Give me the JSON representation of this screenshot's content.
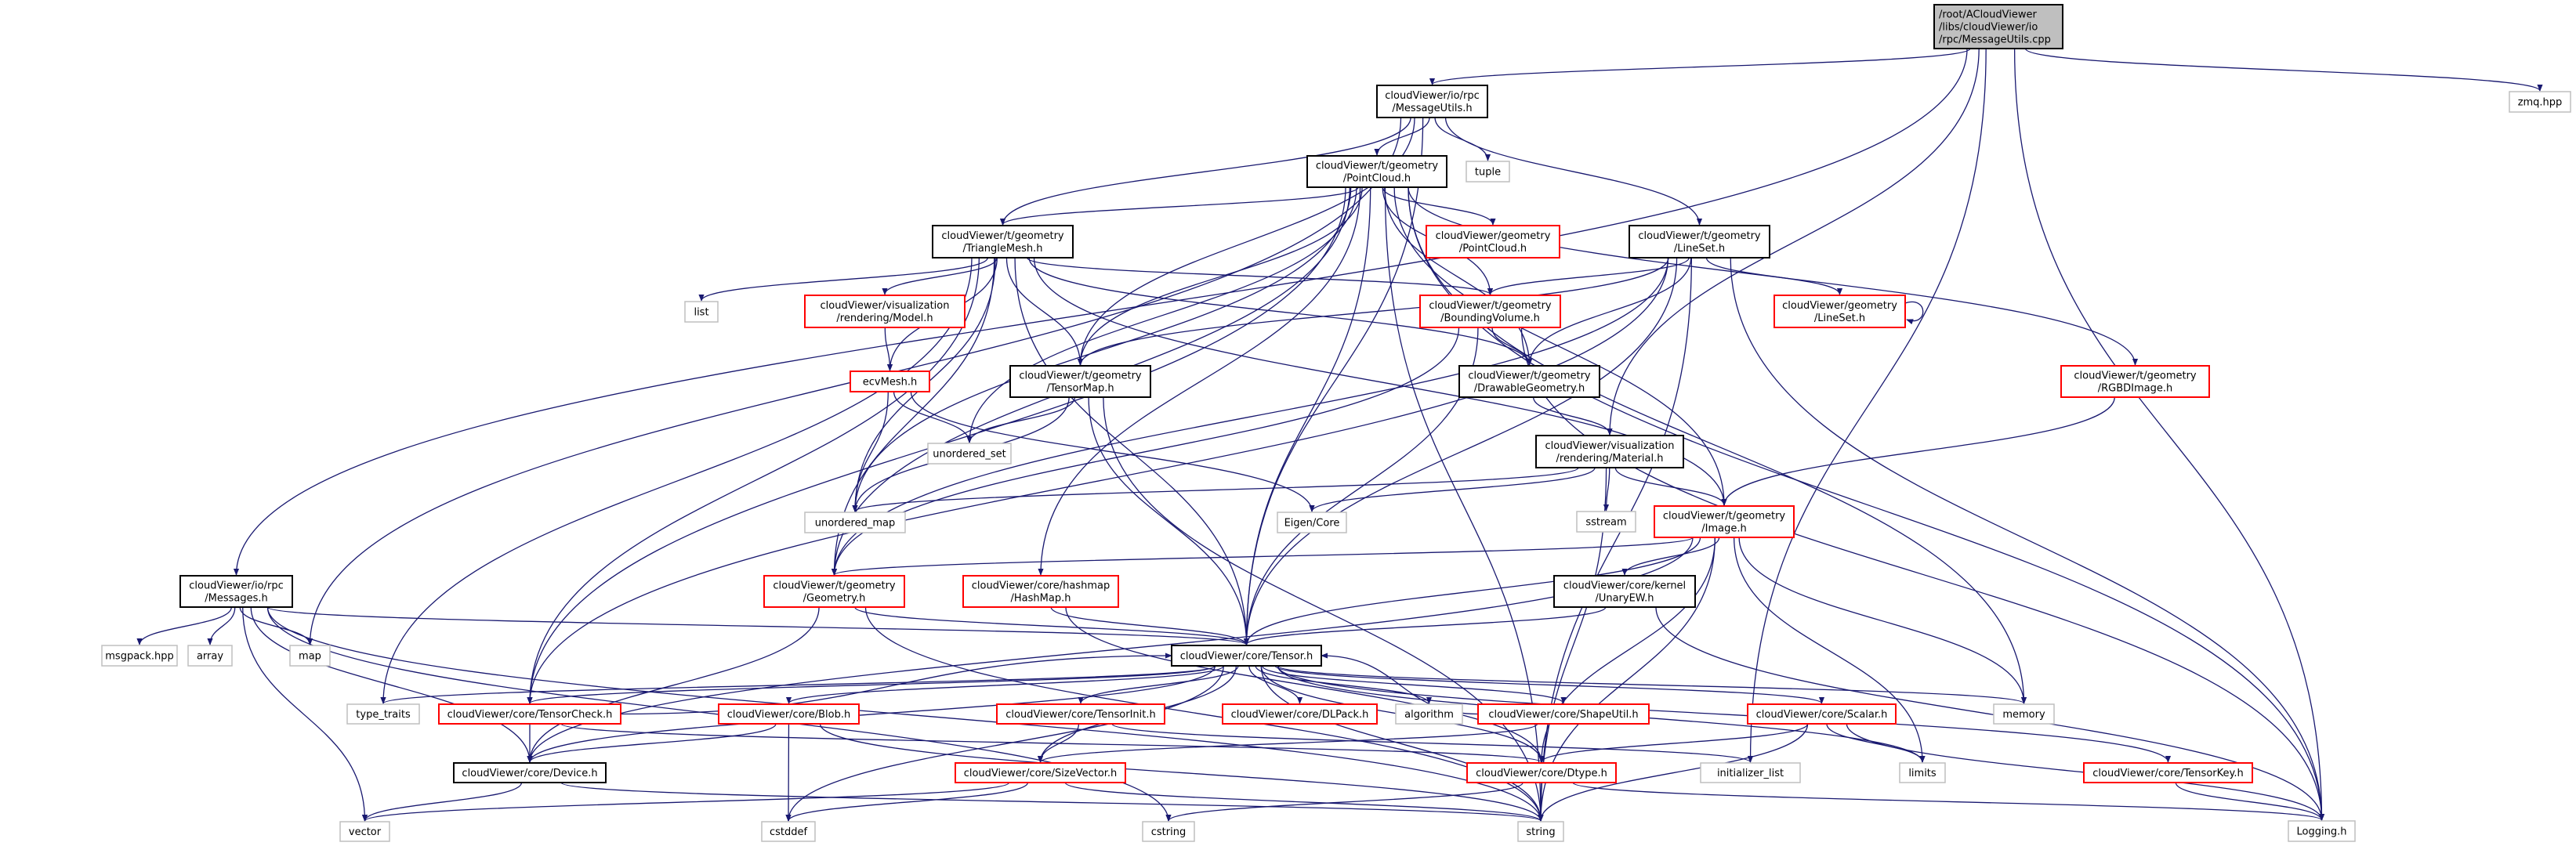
{
  "colors": {
    "edge": "#191970",
    "root_fill": "#bfbfbf",
    "node_border": "#000000",
    "missing_border": "#ff0000",
    "system_border": "#bfbfbf"
  },
  "nodes": [
    {
      "id": "root",
      "kind": "root",
      "lines": [
        "/root/ACloudViewer",
        "/libs/cloudViewer/io",
        "/rpc/MessageUtils.cpp"
      ]
    },
    {
      "id": "msgutils",
      "kind": "normal",
      "lines": [
        "cloudViewer/io/rpc",
        "/MessageUtils.h"
      ]
    },
    {
      "id": "zmq",
      "kind": "system",
      "lines": [
        "zmq.hpp"
      ]
    },
    {
      "id": "tpcd",
      "kind": "normal",
      "lines": [
        "cloudViewer/t/geometry",
        "/PointCloud.h"
      ]
    },
    {
      "id": "tuple",
      "kind": "system",
      "lines": [
        "tuple"
      ]
    },
    {
      "id": "tmesh",
      "kind": "normal",
      "lines": [
        "cloudViewer/t/geometry",
        "/TriangleMesh.h"
      ]
    },
    {
      "id": "gpcd",
      "kind": "missing",
      "lines": [
        "cloudViewer/geometry",
        "/PointCloud.h"
      ]
    },
    {
      "id": "tlineset",
      "kind": "normal",
      "lines": [
        "cloudViewer/t/geometry",
        "/LineSet.h"
      ]
    },
    {
      "id": "list",
      "kind": "system",
      "lines": [
        "list"
      ]
    },
    {
      "id": "model",
      "kind": "missing",
      "lines": [
        "cloudViewer/visualization",
        "/rendering/Model.h"
      ]
    },
    {
      "id": "bvol",
      "kind": "missing",
      "lines": [
        "cloudViewer/t/geometry",
        "/BoundingVolume.h"
      ]
    },
    {
      "id": "glineset",
      "kind": "missing",
      "lines": [
        "cloudViewer/geometry",
        "/LineSet.h"
      ]
    },
    {
      "id": "ecvmesh",
      "kind": "missing",
      "lines": [
        "ecvMesh.h"
      ]
    },
    {
      "id": "tmap",
      "kind": "normal",
      "lines": [
        "cloudViewer/t/geometry",
        "/TensorMap.h"
      ]
    },
    {
      "id": "drawable",
      "kind": "normal",
      "lines": [
        "cloudViewer/t/geometry",
        "/DrawableGeometry.h"
      ]
    },
    {
      "id": "rgbd",
      "kind": "missing",
      "lines": [
        "cloudViewer/t/geometry",
        "/RGBDImage.h"
      ]
    },
    {
      "id": "uset",
      "kind": "system",
      "lines": [
        "unordered_set"
      ]
    },
    {
      "id": "material",
      "kind": "normal",
      "lines": [
        "cloudViewer/visualization",
        "/rendering/Material.h"
      ]
    },
    {
      "id": "umap",
      "kind": "system",
      "lines": [
        "unordered_map"
      ]
    },
    {
      "id": "eigen",
      "kind": "system",
      "lines": [
        "Eigen/Core"
      ]
    },
    {
      "id": "sstream",
      "kind": "system",
      "lines": [
        "sstream"
      ]
    },
    {
      "id": "image",
      "kind": "missing",
      "lines": [
        "cloudViewer/t/geometry",
        "/Image.h"
      ]
    },
    {
      "id": "messages",
      "kind": "normal",
      "lines": [
        "cloudViewer/io/rpc",
        "/Messages.h"
      ]
    },
    {
      "id": "msgpack",
      "kind": "system",
      "lines": [
        "msgpack.hpp"
      ]
    },
    {
      "id": "array",
      "kind": "system",
      "lines": [
        "array"
      ]
    },
    {
      "id": "map",
      "kind": "system",
      "lines": [
        "map"
      ]
    },
    {
      "id": "geometry",
      "kind": "missing",
      "lines": [
        "cloudViewer/t/geometry",
        "/Geometry.h"
      ]
    },
    {
      "id": "hashmap",
      "kind": "missing",
      "lines": [
        "cloudViewer/core/hashmap",
        "/HashMap.h"
      ]
    },
    {
      "id": "unaryew",
      "kind": "normal",
      "lines": [
        "cloudViewer/core/kernel",
        "/UnaryEW.h"
      ]
    },
    {
      "id": "tensor",
      "kind": "normal",
      "lines": [
        "cloudViewer/core/Tensor.h"
      ]
    },
    {
      "id": "typetraits",
      "kind": "system",
      "lines": [
        "type_traits"
      ]
    },
    {
      "id": "tensorcheck",
      "kind": "missing",
      "lines": [
        "cloudViewer/core/TensorCheck.h"
      ]
    },
    {
      "id": "blob",
      "kind": "missing",
      "lines": [
        "cloudViewer/core/Blob.h"
      ]
    },
    {
      "id": "tensorinit",
      "kind": "missing",
      "lines": [
        "cloudViewer/core/TensorInit.h"
      ]
    },
    {
      "id": "dlpack",
      "kind": "missing",
      "lines": [
        "cloudViewer/core/DLPack.h"
      ]
    },
    {
      "id": "algorithm",
      "kind": "system",
      "lines": [
        "algorithm"
      ]
    },
    {
      "id": "shapeutil",
      "kind": "missing",
      "lines": [
        "cloudViewer/core/ShapeUtil.h"
      ]
    },
    {
      "id": "scalar",
      "kind": "missing",
      "lines": [
        "cloudViewer/core/Scalar.h"
      ]
    },
    {
      "id": "memory",
      "kind": "system",
      "lines": [
        "memory"
      ]
    },
    {
      "id": "device",
      "kind": "normal",
      "lines": [
        "cloudViewer/core/Device.h"
      ]
    },
    {
      "id": "sizevector",
      "kind": "missing",
      "lines": [
        "cloudViewer/core/SizeVector.h"
      ]
    },
    {
      "id": "dtype",
      "kind": "missing",
      "lines": [
        "cloudViewer/core/Dtype.h"
      ]
    },
    {
      "id": "initlist",
      "kind": "system",
      "lines": [
        "initializer_list"
      ]
    },
    {
      "id": "limits",
      "kind": "system",
      "lines": [
        "limits"
      ]
    },
    {
      "id": "tensorkey",
      "kind": "missing",
      "lines": [
        "cloudViewer/core/TensorKey.h"
      ]
    },
    {
      "id": "vector",
      "kind": "system",
      "lines": [
        "vector"
      ]
    },
    {
      "id": "cstddef",
      "kind": "system",
      "lines": [
        "cstddef"
      ]
    },
    {
      "id": "cstring",
      "kind": "system",
      "lines": [
        "cstring"
      ]
    },
    {
      "id": "string",
      "kind": "system",
      "lines": [
        "string"
      ]
    },
    {
      "id": "logging",
      "kind": "system",
      "lines": [
        "Logging.h"
      ]
    }
  ],
  "edges": [
    [
      "root",
      "msgutils"
    ],
    [
      "root",
      "messages"
    ],
    [
      "root",
      "zmq"
    ],
    [
      "root",
      "logging"
    ],
    [
      "root",
      "material"
    ],
    [
      "root",
      "initlist"
    ],
    [
      "msgutils",
      "tpcd"
    ],
    [
      "msgutils",
      "tmesh"
    ],
    [
      "msgutils",
      "tlineset"
    ],
    [
      "msgutils",
      "tuple"
    ],
    [
      "msgutils",
      "map"
    ],
    [
      "msgutils",
      "tmap"
    ],
    [
      "msgutils",
      "tensor"
    ],
    [
      "tpcd",
      "tmesh"
    ],
    [
      "tpcd",
      "gpcd"
    ],
    [
      "tpcd",
      "bvol"
    ],
    [
      "tpcd",
      "drawable"
    ],
    [
      "tpcd",
      "tmap"
    ],
    [
      "tpcd",
      "geometry"
    ],
    [
      "tpcd",
      "hashmap"
    ],
    [
      "tpcd",
      "tensor"
    ],
    [
      "tpcd",
      "tensorcheck"
    ],
    [
      "tpcd",
      "umap"
    ],
    [
      "tpcd",
      "uset"
    ],
    [
      "tpcd",
      "image"
    ],
    [
      "tpcd",
      "rgbd"
    ],
    [
      "tpcd",
      "logging"
    ],
    [
      "tpcd",
      "string"
    ],
    [
      "tpcd",
      "memory"
    ],
    [
      "tmesh",
      "list"
    ],
    [
      "tmesh",
      "model"
    ],
    [
      "tmesh",
      "ecvmesh"
    ],
    [
      "tmesh",
      "bvol"
    ],
    [
      "tmesh",
      "drawable"
    ],
    [
      "tmesh",
      "tmap"
    ],
    [
      "tmesh",
      "geometry"
    ],
    [
      "tmesh",
      "tensor"
    ],
    [
      "tmesh",
      "tensorcheck"
    ],
    [
      "tmesh",
      "umap"
    ],
    [
      "tmesh",
      "typetraits"
    ],
    [
      "tmesh",
      "image"
    ],
    [
      "tlineset",
      "glineset"
    ],
    [
      "tlineset",
      "bvol"
    ],
    [
      "tlineset",
      "drawable"
    ],
    [
      "tlineset",
      "tmap"
    ],
    [
      "tlineset",
      "geometry"
    ],
    [
      "tlineset",
      "tensor"
    ],
    [
      "tlineset",
      "tensorcheck"
    ],
    [
      "tlineset",
      "logging"
    ],
    [
      "tlineset",
      "string"
    ],
    [
      "glineset",
      "glineset"
    ],
    [
      "model",
      "ecvmesh"
    ],
    [
      "ecvmesh",
      "umap"
    ],
    [
      "ecvmesh",
      "uset"
    ],
    [
      "ecvmesh",
      "eigen"
    ],
    [
      "bvol",
      "drawable"
    ],
    [
      "bvol",
      "geometry"
    ],
    [
      "bvol",
      "tensor"
    ],
    [
      "bvol",
      "logging"
    ],
    [
      "tmap",
      "umap"
    ],
    [
      "tmap",
      "uset"
    ],
    [
      "tmap",
      "tensor"
    ],
    [
      "tmap",
      "string"
    ],
    [
      "drawable",
      "material"
    ],
    [
      "rgbd",
      "image"
    ],
    [
      "material",
      "umap"
    ],
    [
      "material",
      "eigen"
    ],
    [
      "material",
      "sstream"
    ],
    [
      "material",
      "image"
    ],
    [
      "material",
      "string"
    ],
    [
      "image",
      "geometry"
    ],
    [
      "image",
      "unaryew"
    ],
    [
      "image",
      "tensor"
    ],
    [
      "image",
      "dtype"
    ],
    [
      "image",
      "memory"
    ],
    [
      "image",
      "limits"
    ],
    [
      "image",
      "string"
    ],
    [
      "image",
      "device"
    ],
    [
      "messages",
      "msgpack"
    ],
    [
      "messages",
      "array"
    ],
    [
      "messages",
      "map"
    ],
    [
      "messages",
      "vector"
    ],
    [
      "messages",
      "tensor"
    ],
    [
      "messages",
      "device"
    ],
    [
      "messages",
      "string"
    ],
    [
      "messages",
      "cstring"
    ],
    [
      "geometry",
      "tensor"
    ],
    [
      "geometry",
      "device"
    ],
    [
      "geometry",
      "string"
    ],
    [
      "hashmap",
      "tensor"
    ],
    [
      "hashmap",
      "dtype"
    ],
    [
      "unaryew",
      "tensor"
    ],
    [
      "unaryew",
      "logging"
    ],
    [
      "tensor",
      "typetraits"
    ],
    [
      "tensor",
      "tensorcheck"
    ],
    [
      "tensor",
      "blob"
    ],
    [
      "tensor",
      "tensorinit"
    ],
    [
      "tensor",
      "dlpack"
    ],
    [
      "tensor",
      "algorithm"
    ],
    [
      "tensor",
      "shapeutil"
    ],
    [
      "tensor",
      "memory"
    ],
    [
      "tensor",
      "scalar"
    ],
    [
      "tensor",
      "tensorkey"
    ],
    [
      "tensor",
      "device"
    ],
    [
      "tensor",
      "sizevector"
    ],
    [
      "tensor",
      "dtype"
    ],
    [
      "tensor",
      "cstddef"
    ],
    [
      "tensor",
      "string"
    ],
    [
      "tensor",
      "limits"
    ],
    [
      "tensorcheck",
      "device"
    ],
    [
      "tensorcheck",
      "tensor"
    ],
    [
      "tensorcheck",
      "dtype"
    ],
    [
      "blob",
      "device"
    ],
    [
      "blob",
      "cstddef"
    ],
    [
      "blob",
      "string"
    ],
    [
      "tensorinit",
      "sizevector"
    ],
    [
      "tensorinit",
      "initlist"
    ],
    [
      "shapeutil",
      "sizevector"
    ],
    [
      "shapeutil",
      "tensor"
    ],
    [
      "scalar",
      "dtype"
    ],
    [
      "scalar",
      "logging"
    ],
    [
      "scalar",
      "limits"
    ],
    [
      "scalar",
      "string"
    ],
    [
      "device",
      "vector"
    ],
    [
      "device",
      "string"
    ],
    [
      "sizevector",
      "cstddef"
    ],
    [
      "sizevector",
      "string"
    ],
    [
      "sizevector",
      "vector"
    ],
    [
      "dtype",
      "cstring"
    ],
    [
      "dtype",
      "string"
    ],
    [
      "dtype",
      "logging"
    ],
    [
      "tensorkey",
      "logging"
    ]
  ]
}
